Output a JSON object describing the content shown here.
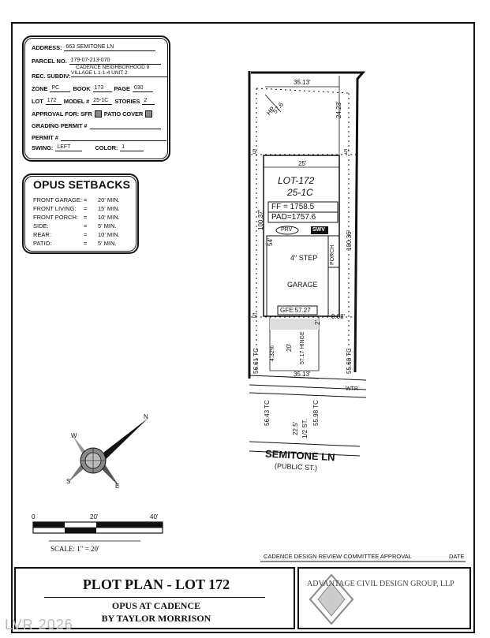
{
  "info": {
    "address_label": "ADDRESS:",
    "address_value": "663 SEMITONE LN",
    "parcel_label": "PARCEL NO.",
    "parcel_value": "179-07-213-070",
    "subdiv_label": "REC. SUBDIV:",
    "subdiv_value_1": "CADENCE NEIGHBORHOOD 9",
    "subdiv_value_2": "VILLAGE L 1-1-4 UNIT 2",
    "zone_label": "ZONE",
    "zone_value": "PC",
    "book_label": "BOOK",
    "book_value": "173",
    "page_label": "PAGE",
    "page_value": "030",
    "lot_label": "LOT",
    "lot_value": "172",
    "model_label": "MODEL #",
    "model_value": "25-1C",
    "stories_label": "STORIES",
    "stories_value": "2",
    "approval_label": "APPROVAL FOR: SFR",
    "patio_label": "PATIO COVER",
    "grading_label": "GRADING PERMIT #",
    "permit_label": "PERMIT #",
    "swing_label": "SWING:",
    "swing_value": "LEFT",
    "color_label": "COLOR:",
    "color_value": "1"
  },
  "setbacks": {
    "title": "OPUS SETBACKS",
    "rows": [
      {
        "label": "FRONT GARAGE:",
        "eq": "=",
        "value": "20' MIN."
      },
      {
        "label": "FRONT LIVING:",
        "eq": "=",
        "value": "15' MIN."
      },
      {
        "label": "FRONT PORCH:",
        "eq": "=",
        "value": "10' MIN."
      },
      {
        "label": "SIDE:",
        "eq": "=",
        "value": "5' MIN."
      },
      {
        "label": "REAR:",
        "eq": "=",
        "value": "10' MIN."
      },
      {
        "label": "PATIO:",
        "eq": "=",
        "value": "5' MIN."
      }
    ]
  },
  "plot": {
    "top_dim": "35.13'",
    "rear_setback": "24.23'",
    "hp": "HP",
    "hp_elev": "57.6",
    "side_5_tl": "5'",
    "side_5_tr": "5'",
    "house_width": "25'",
    "lot_name": "LOT-172",
    "model": "25-1C",
    "ff": "FF = 1758.5",
    "pad": "PAD=1757.6",
    "left_len": "100.37'",
    "right_len": "100.36'",
    "prv": "PRV",
    "swv": "SWV",
    "dim_54": "54'",
    "step": "4\" STEP",
    "porch": "PORCH",
    "garage": "GARAGE",
    "gfe": "GFE:57.27",
    "side_5_bl": "5'",
    "dim_908": "9.08'",
    "dim_2p": "2'",
    "drive_20": "20'",
    "drive_432": "4.32%",
    "hinge": "57.17 HINGE",
    "left_tc": "56.61 TC",
    "right_tc": "55.68 TC",
    "front_dim": "35.13'",
    "wtr": "WTR",
    "tc_5643": "56.43 TC",
    "dim_225": "22.5'",
    "half_st": "1/2 ST.",
    "tc_5598": "55.98 TC",
    "street_name": "SEMITONE LN",
    "street_type": "(PUBLIC ST.)"
  },
  "north": {
    "letter_n": "N",
    "letter_e": "E",
    "letter_s": "S",
    "letter_w": "W"
  },
  "scale": {
    "tick_0": "0",
    "tick_20": "20'",
    "tick_40": "40'",
    "label": "SCALE:  1\" = 20'"
  },
  "approval": {
    "committee": "CADENCE DESIGN REVIEW COMMITTEE APPROVAL",
    "date": "DATE"
  },
  "title_block": {
    "title": "PLOT PLAN - LOT 172",
    "line2": "OPUS AT CADENCE",
    "line3": "BY TAYLOR MORRISON",
    "firm": "ADVANTAGE CIVIL DESIGN GROUP, LLP"
  },
  "watermark": "LVR 2026"
}
